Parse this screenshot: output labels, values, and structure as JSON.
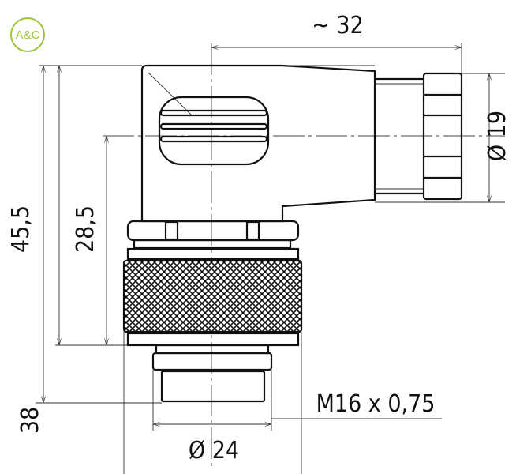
{
  "logo": {
    "text": "A&C",
    "color": "#9dc43a"
  },
  "dimensions": {
    "width_top": "~ 32",
    "nut_diameter": "Ø 19",
    "total_height": "45,5",
    "mid_height": "28,5",
    "bottom_height": "38",
    "thread": "M16 x 0,75",
    "knurl_diameter": "Ø 24"
  }
}
